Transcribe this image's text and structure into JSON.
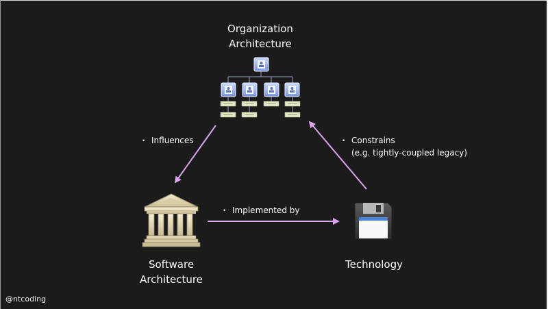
{
  "nodes": {
    "organization": {
      "line1": "Organization",
      "line2": "Architecture",
      "icon": "org-chart-icon"
    },
    "software": {
      "line1": "Software",
      "line2": "Architecture",
      "icon": "classical-building-icon"
    },
    "technology": {
      "label": "Technology",
      "icon": "floppy-disk-icon"
    }
  },
  "edges": {
    "influences": {
      "bullet": "•",
      "label": "Influences"
    },
    "constrains": {
      "bullet": "•",
      "line1": "Constrains",
      "line2": "(e.g. tightly-coupled legacy)"
    },
    "implemented_by": {
      "bullet": "•",
      "label": "Implemented by"
    }
  },
  "footer": {
    "handle": "@ntcoding"
  },
  "colors": {
    "background": "#1b1b1b",
    "arrow": "#d9a6ee",
    "text": "#ffffff"
  }
}
